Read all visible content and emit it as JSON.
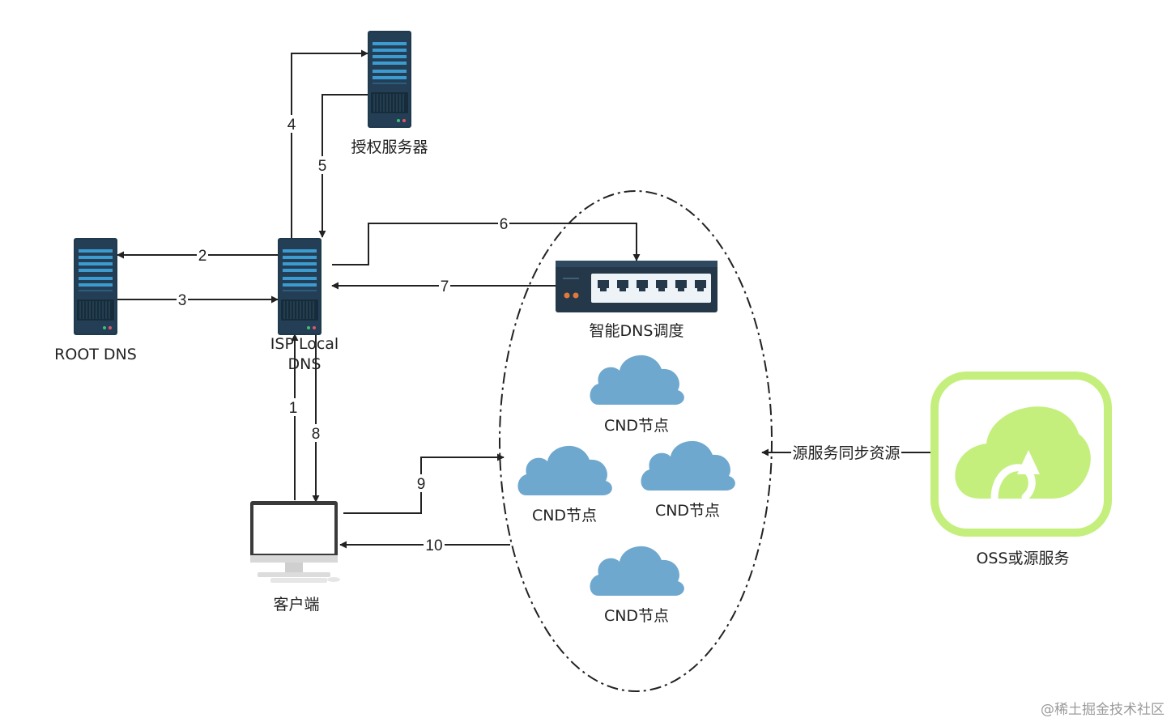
{
  "nodes": {
    "auth_server": "授权服务器",
    "root_dns": "ROOT DNS",
    "local_dns_line1": "ISP Local",
    "local_dns_line2": "DNS",
    "smart_dns": "智能DNS调度",
    "cdn_top": "CND节点",
    "cdn_left": "CND节点",
    "cdn_right": "CND节点",
    "cdn_bottom": "CND节点",
    "client": "客户端",
    "oss": "OSS或源服务"
  },
  "edges": {
    "e1": "1",
    "e2": "2",
    "e3": "3",
    "e4": "4",
    "e5": "5",
    "e6": "6",
    "e7": "7",
    "e8": "8",
    "e9": "9",
    "e10": "10",
    "sync": "源服务同步资源"
  },
  "watermark": "@稀土掘金技术社区",
  "colors": {
    "server_body": "#1f3a4d",
    "server_stripe": "#3c9bd0",
    "cloud": "#6fa8ce",
    "switch_body": "#24384a",
    "oss_green": "#c4ef7d",
    "line": "#222222"
  }
}
